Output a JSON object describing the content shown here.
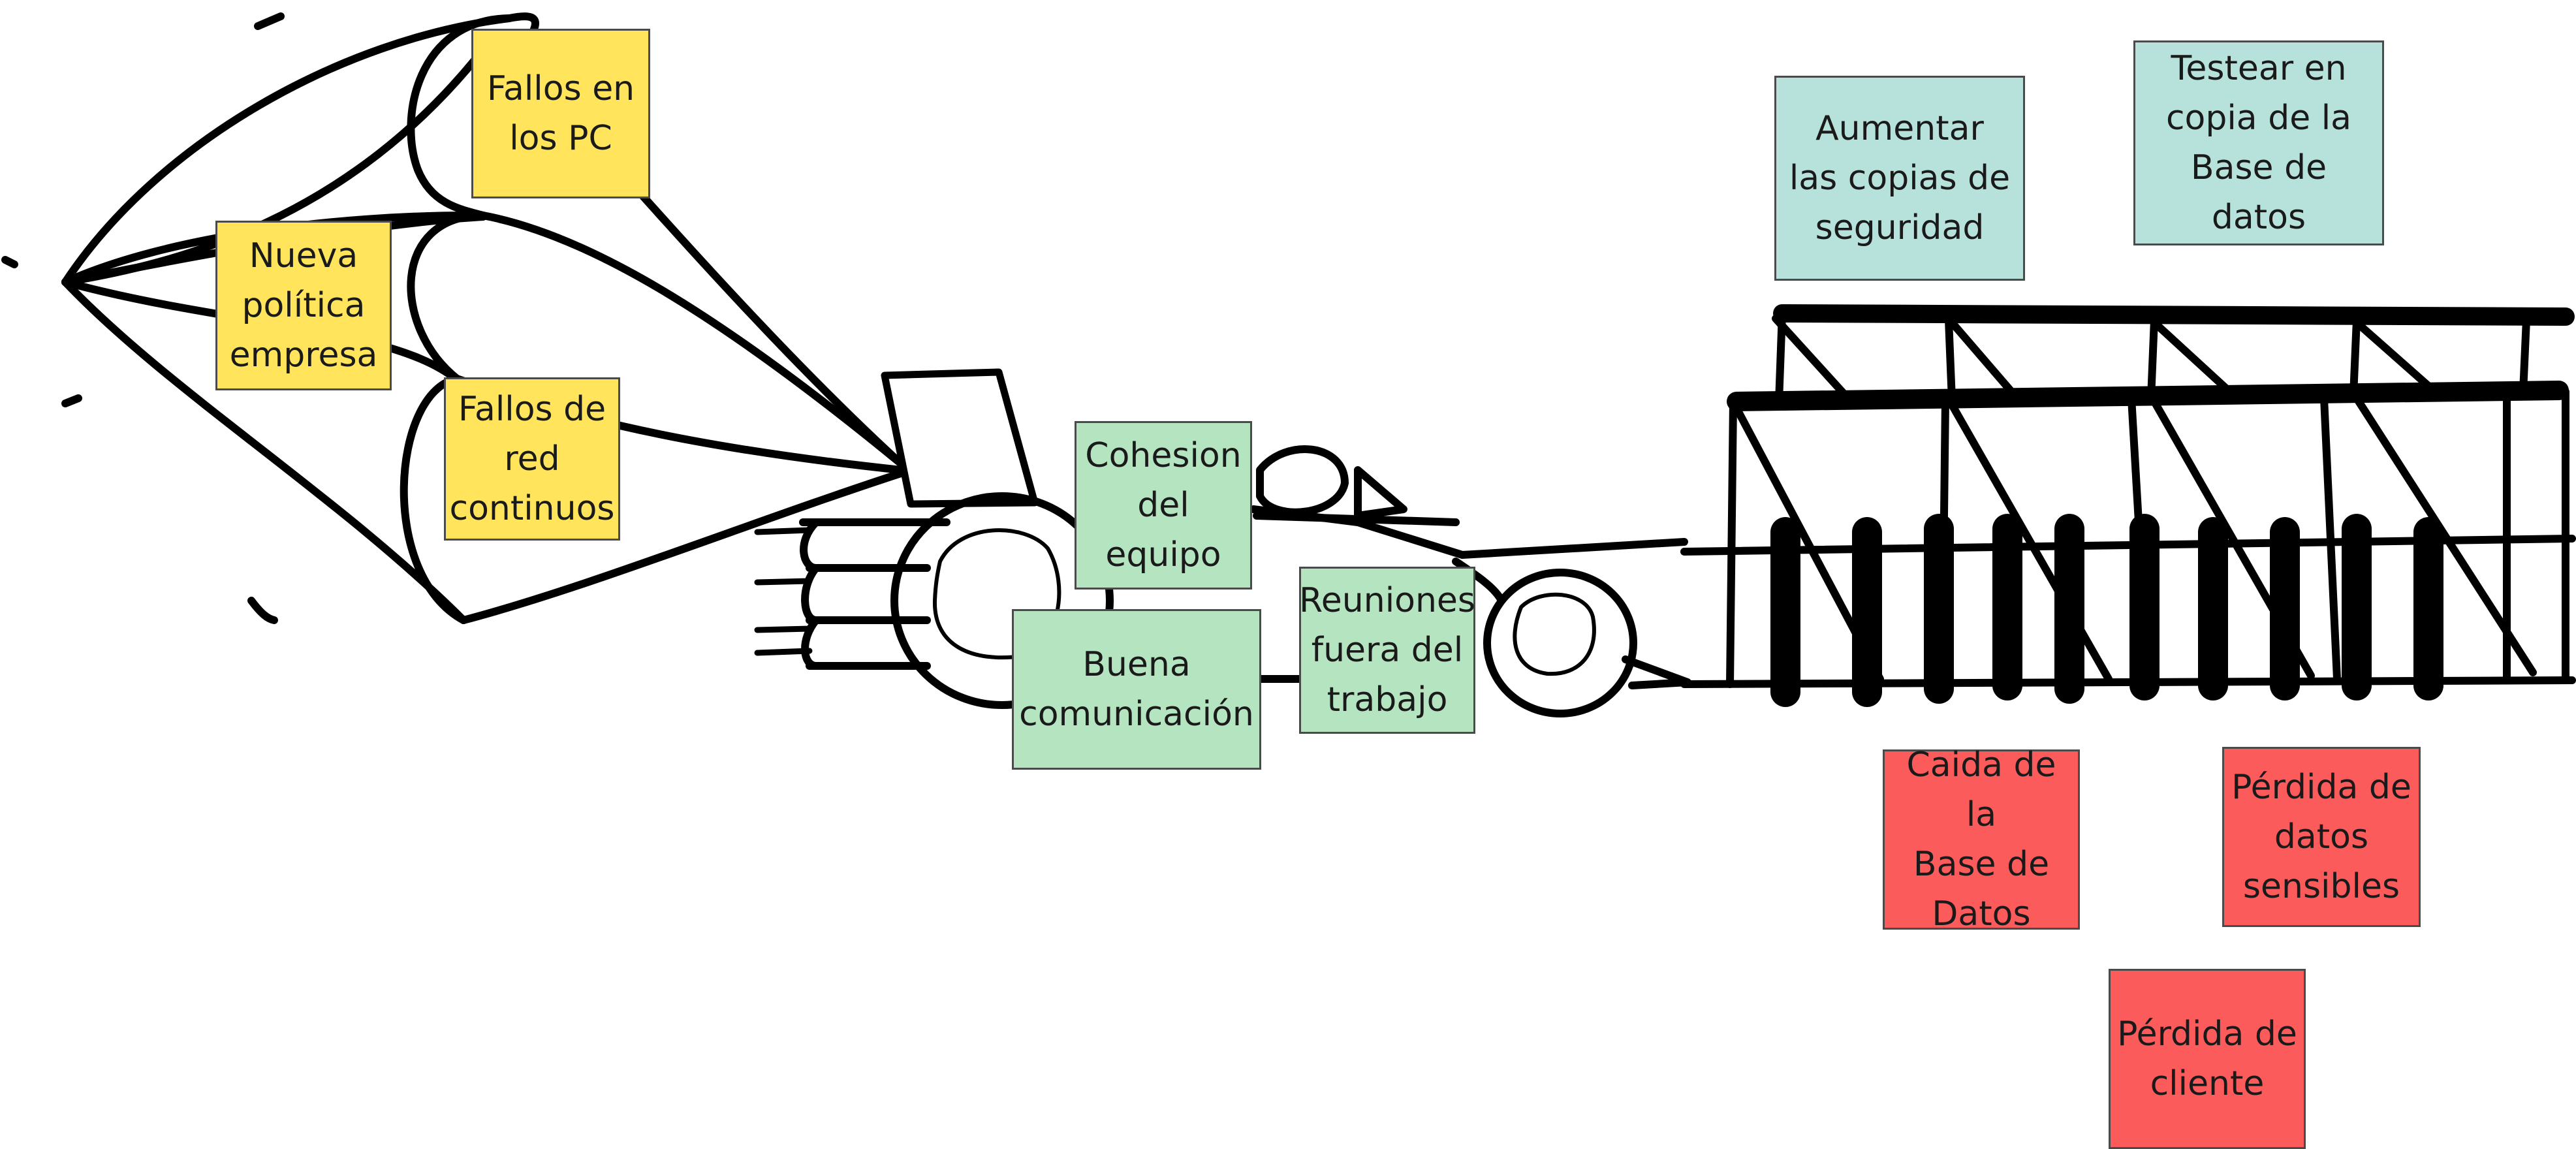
{
  "colors": {
    "yellow": "#ffe45c",
    "green": "#b5e4c1",
    "teal": "#b6e2db",
    "red": "#fb5b5b",
    "ink": "#000000"
  },
  "illustration": "sailboat-retrospective-icon",
  "notes": {
    "fallos_pc": "Fallos en\nlos PC",
    "nueva_politica": "Nueva\npolítica\nempresa",
    "fallos_red": "Fallos de\nred\ncontinuos",
    "cohesion": "Cohesion\ndel\nequipo",
    "buena_comunicacion": "Buena\ncomunicación",
    "reuniones": "Reuniones\nfuera del\ntrabajo",
    "aumentar_copias": "Aumentar\nlas copias de\nseguridad",
    "testear_copia": "Testear en\ncopia de la\nBase de datos",
    "caida_bd": "Caida de la\nBase de\nDatos",
    "perdida_datos": "Pérdida de\ndatos\nsensibles",
    "perdida_cliente": "Pérdida de\ncliente"
  }
}
